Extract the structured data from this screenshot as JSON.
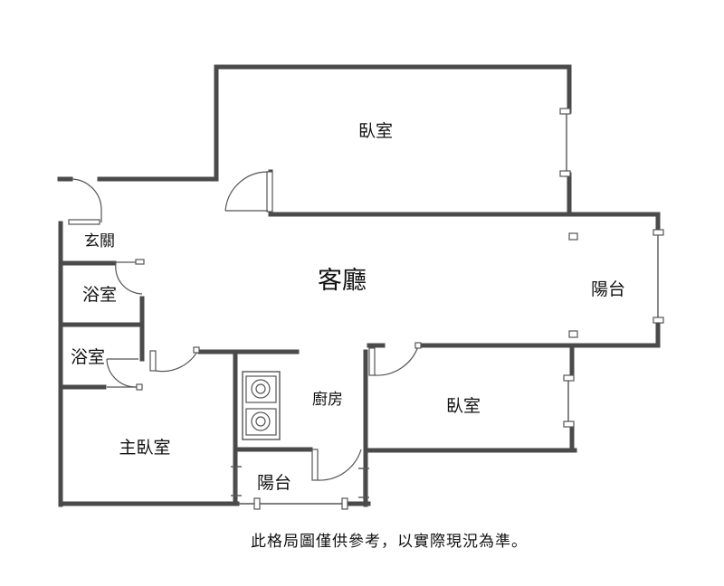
{
  "rooms": {
    "bedroom_top": "臥室",
    "living_room": "客廳",
    "balcony_right": "陽台",
    "entrance": "玄關",
    "bathroom_1": "浴室",
    "bathroom_2": "浴室",
    "kitchen": "廚房",
    "bedroom_right": "臥室",
    "master_bedroom": "主臥室",
    "balcony_bottom": "陽台"
  },
  "disclaimer": "此格局圖僅供參考，以實際現況為準。",
  "colors": {
    "wall": "#4a4a4a",
    "line": "#555555",
    "text": "#111111",
    "background": "#ffffff"
  }
}
